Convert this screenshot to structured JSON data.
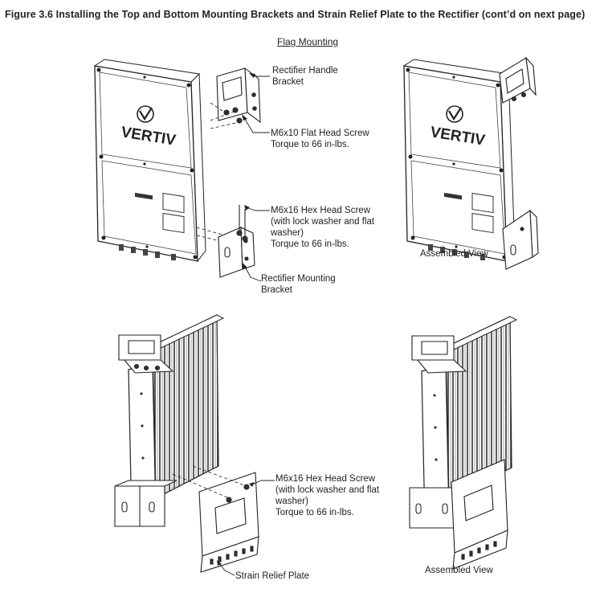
{
  "figure_title": "Figure 3.6  Installing the Top and Bottom Mounting Brackets and Strain Relief Plate to the Rectifier (cont’d on next page)",
  "section_heading": "Flag Mounting",
  "brand_logo_text": "VERTIV",
  "callouts": {
    "handle_bracket": [
      "Rectifier Handle",
      "Bracket"
    ],
    "flat_head_screw": [
      "M6x10 Flat Head Screw",
      "Torque to 66 in-lbs."
    ],
    "hex_head_screw_top": [
      "M6x16 Hex Head Screw",
      "(with lock washer and flat",
      "washer)",
      "Torque to 66 in-lbs."
    ],
    "mounting_bracket": [
      "Rectifier Mounting",
      "Bracket"
    ],
    "assembled_view_top": "Assembled View",
    "hex_head_screw_bottom": [
      "M6x16 Hex Head Screw",
      "(with lock washer and flat",
      "washer)",
      "Torque to 66 in-lbs."
    ],
    "strain_relief_plate": "Strain Relief Plate",
    "assembled_view_bottom": "Assembled View"
  }
}
